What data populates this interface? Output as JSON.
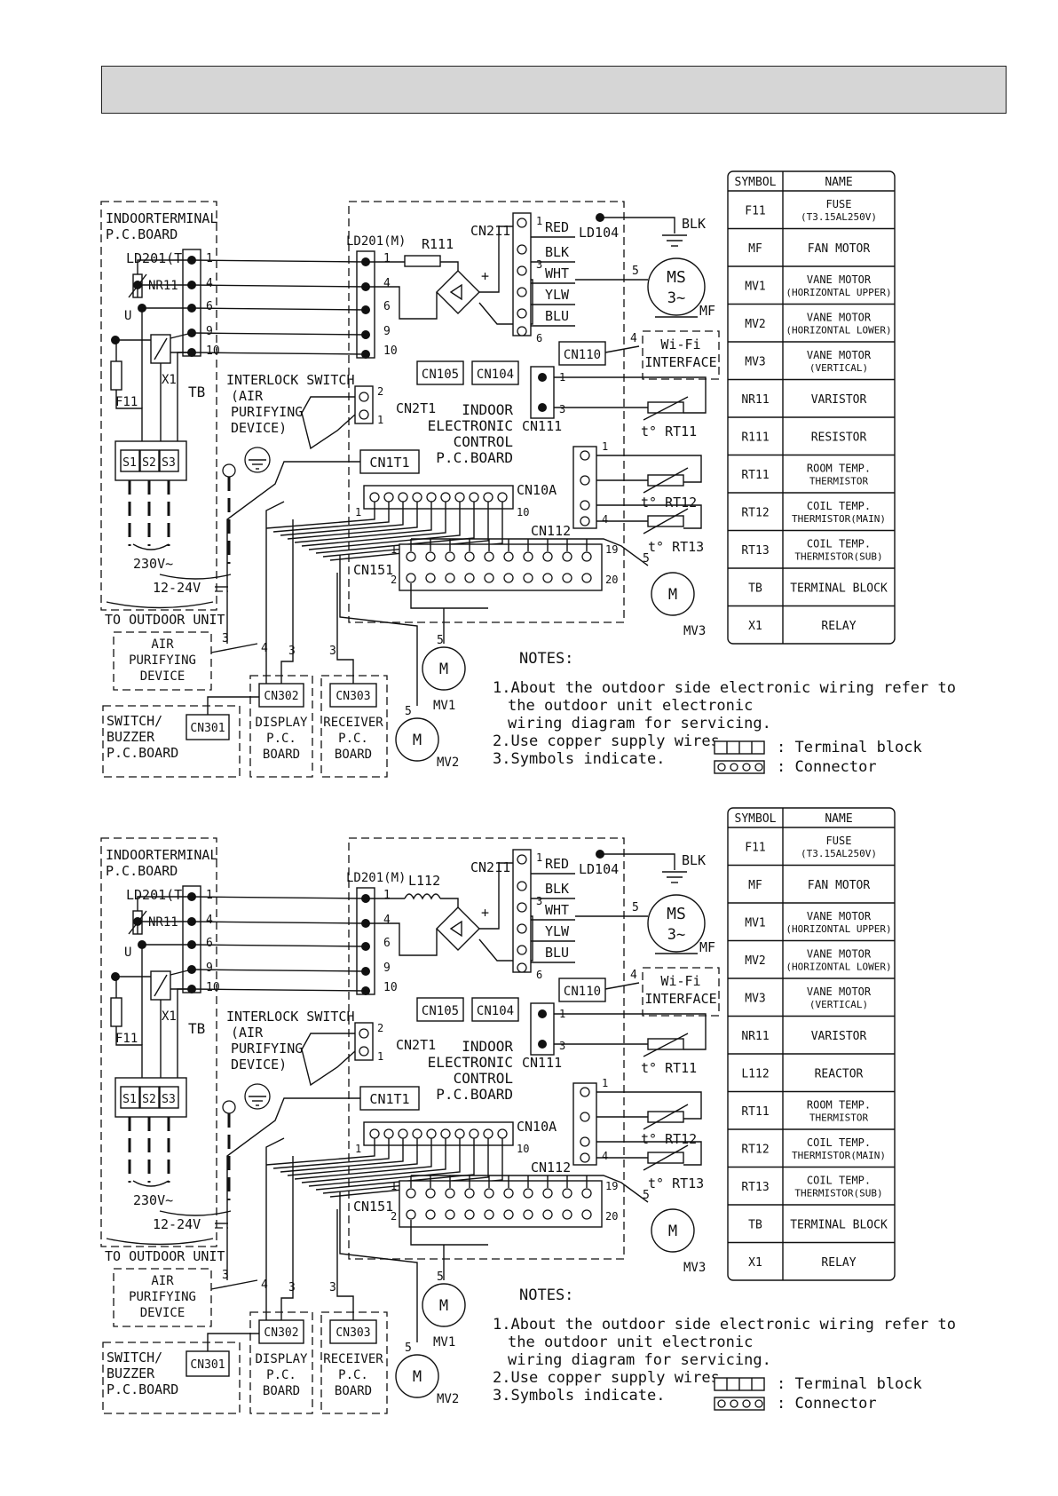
{
  "diagrams": [
    {
      "variant": "R111",
      "labels": {
        "terminal_board_title_1": "INDOORTERMINAL",
        "terminal_board_title_2": "P.C.BOARD",
        "ld201t": "LD201(T)",
        "nr11": "NR11",
        "u": "U",
        "x1": "X1",
        "f11": "F11",
        "tb": "TB",
        "s1": "S1",
        "s2": "S2",
        "s3": "S3",
        "voltage_ac": "230V~",
        "voltage_dc": "12-24V",
        "to_outdoor": "TO OUTDOOR UNIT",
        "air_purifying": [
          "AIR",
          "PURIFYING",
          "DEVICE"
        ],
        "switch_buzzer": [
          "SWITCH/",
          "BUZZER",
          "P.C.BOARD"
        ],
        "cn301": "CN301",
        "cn302": "CN302",
        "cn303": "CN303",
        "display_board": [
          "DISPLAY",
          "P.C.",
          "BOARD"
        ],
        "receiver_board": [
          "RECEIVER",
          "P.C.",
          "BOARD"
        ],
        "ld201m": "LD201(M)",
        "series_part": "R111",
        "cn211": "CN211",
        "ld104": "LD104",
        "blk": "BLK",
        "wire_colors": [
          "RED",
          "BLK",
          "WHT",
          "YLW",
          "BLU"
        ],
        "ms": "MS",
        "three_phase": "3~",
        "mf": "MF",
        "cn110": "CN110",
        "wifi": [
          "Wi-Fi",
          "INTERFACE"
        ],
        "cn105": "CN105",
        "cn104": "CN104",
        "interlock": [
          "INTERLOCK SWITCH",
          "(AIR",
          "PURIFYING",
          "DEVICE)"
        ],
        "cn2t1": "CN2T1",
        "cn1t1": "CN1T1",
        "indoor_board": [
          "INDOOR",
          "ELECTRONIC",
          "CONTROL",
          "P.C.BOARD"
        ],
        "cn111": "CN111",
        "cn112": "CN112",
        "cn10a": "CN10A",
        "cn151": "CN151",
        "rt11": "t° RT11",
        "rt12": "t° RT12",
        "rt13": "t° RT13",
        "m": "M",
        "mv1": "MV1",
        "mv2": "MV2",
        "mv3": "MV3",
        "notes_title": "NOTES:",
        "notes": [
          "1.About the outdoor side electronic wiring refer to",
          "the outdoor unit electronic",
          "wiring diagram for servicing.",
          "2.Use copper supply wires.",
          "3.Symbols indicate."
        ],
        "terminal_block_legend": ": Terminal block",
        "connector_legend": ": Connector"
      },
      "symbol_table": {
        "header": [
          "SYMBOL",
          "NAME"
        ],
        "rows": [
          [
            "F11",
            "FUSE",
            "(T3.15AL250V)"
          ],
          [
            "MF",
            "FAN MOTOR",
            ""
          ],
          [
            "MV1",
            "VANE MOTOR",
            "(HORIZONTAL UPPER)"
          ],
          [
            "MV2",
            "VANE MOTOR",
            "(HORIZONTAL LOWER)"
          ],
          [
            "MV3",
            "VANE MOTOR",
            "(VERTICAL)"
          ],
          [
            "NR11",
            "VARISTOR",
            ""
          ],
          [
            "R111",
            "RESISTOR",
            ""
          ],
          [
            "RT11",
            "ROOM TEMP.",
            "THERMISTOR"
          ],
          [
            "RT12",
            "COIL TEMP.",
            "THERMISTOR(MAIN)"
          ],
          [
            "RT13",
            "COIL TEMP.",
            "THERMISTOR(SUB)"
          ],
          [
            "TB",
            "TERMINAL BLOCK",
            ""
          ],
          [
            "X1",
            "RELAY",
            ""
          ]
        ]
      }
    },
    {
      "variant": "L112",
      "labels": {
        "terminal_board_title_1": "INDOORTERMINAL",
        "terminal_board_title_2": "P.C.BOARD",
        "ld201t": "LD201(T)",
        "nr11": "NR11",
        "u": "U",
        "x1": "X1",
        "f11": "F11",
        "tb": "TB",
        "s1": "S1",
        "s2": "S2",
        "s3": "S3",
        "voltage_ac": "230V~",
        "voltage_dc": "12-24V",
        "to_outdoor": "TO OUTDOOR UNIT",
        "air_purifying": [
          "AIR",
          "PURIFYING",
          "DEVICE"
        ],
        "switch_buzzer": [
          "SWITCH/",
          "BUZZER",
          "P.C.BOARD"
        ],
        "cn301": "CN301",
        "cn302": "CN302",
        "cn303": "CN303",
        "display_board": [
          "DISPLAY",
          "P.C.",
          "BOARD"
        ],
        "receiver_board": [
          "RECEIVER",
          "P.C.",
          "BOARD"
        ],
        "ld201m": "LD201(M)",
        "series_part": "L112",
        "cn211": "CN211",
        "ld104": "LD104",
        "blk": "BLK",
        "wire_colors": [
          "RED",
          "BLK",
          "WHT",
          "YLW",
          "BLU"
        ],
        "ms": "MS",
        "three_phase": "3~",
        "mf": "MF",
        "cn110": "CN110",
        "wifi": [
          "Wi-Fi",
          "INTERFACE"
        ],
        "cn105": "CN105",
        "cn104": "CN104",
        "interlock": [
          "INTERLOCK SWITCH",
          "(AIR",
          "PURIFYING",
          "DEVICE)"
        ],
        "cn2t1": "CN2T1",
        "cn1t1": "CN1T1",
        "indoor_board": [
          "INDOOR",
          "ELECTRONIC",
          "CONTROL",
          "P.C.BOARD"
        ],
        "cn111": "CN111",
        "cn112": "CN112",
        "cn10a": "CN10A",
        "cn151": "CN151",
        "rt11": "t° RT11",
        "rt12": "t° RT12",
        "rt13": "t° RT13",
        "m": "M",
        "mv1": "MV1",
        "mv2": "MV2",
        "mv3": "MV3",
        "notes_title": "NOTES:",
        "notes": [
          "1.About the outdoor side electronic wiring refer to",
          "the outdoor unit electronic",
          "wiring diagram for servicing.",
          "2.Use copper supply wires.",
          "3.Symbols indicate."
        ],
        "terminal_block_legend": ": Terminal block",
        "connector_legend": ": Connector"
      },
      "symbol_table": {
        "header": [
          "SYMBOL",
          "NAME"
        ],
        "rows": [
          [
            "F11",
            "FUSE",
            "(T3.15AL250V)"
          ],
          [
            "MF",
            "FAN MOTOR",
            ""
          ],
          [
            "MV1",
            "VANE MOTOR",
            "(HORIZONTAL UPPER)"
          ],
          [
            "MV2",
            "VANE MOTOR",
            "(HORIZONTAL LOWER)"
          ],
          [
            "MV3",
            "VANE MOTOR",
            "(VERTICAL)"
          ],
          [
            "NR11",
            "VARISTOR",
            ""
          ],
          [
            "L112",
            "REACTOR",
            ""
          ],
          [
            "RT11",
            "ROOM TEMP.",
            "THERMISTOR"
          ],
          [
            "RT12",
            "COIL TEMP.",
            "THERMISTOR(MAIN)"
          ],
          [
            "RT13",
            "COIL TEMP.",
            "THERMISTOR(SUB)"
          ],
          [
            "TB",
            "TERMINAL BLOCK",
            ""
          ],
          [
            "X1",
            "RELAY",
            ""
          ]
        ]
      }
    }
  ]
}
